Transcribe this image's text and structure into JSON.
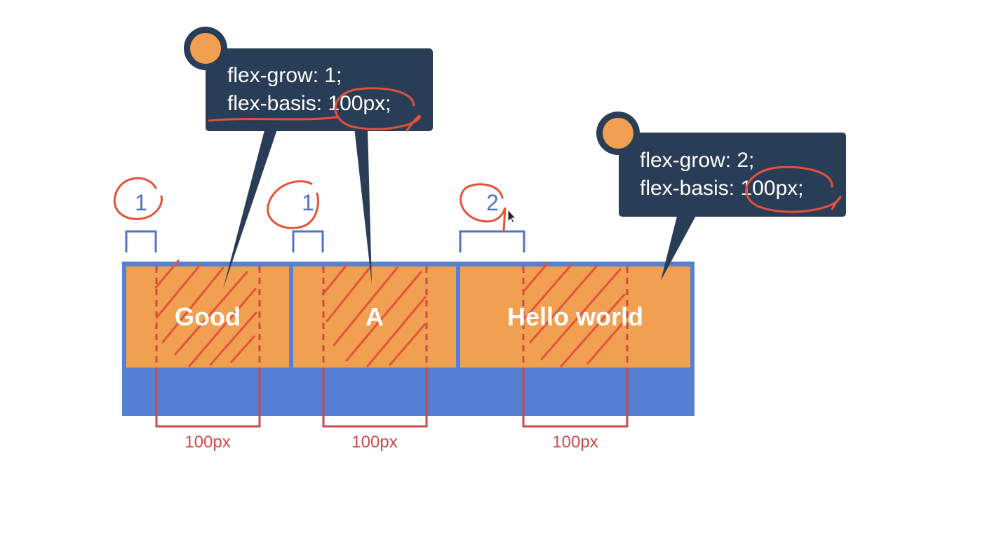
{
  "diagram": {
    "colors": {
      "container": "#5580d4",
      "item": "#f0a050",
      "tooltip": "#293d57",
      "tooltip_text": "#ffffff",
      "annotation": "#e5523a",
      "basis_measure": "#cc4a4a",
      "grow_label": "#4f74c5"
    },
    "items": [
      {
        "label": "Good",
        "grow_value": "1",
        "basis_label": "100px"
      },
      {
        "label": "A",
        "grow_value": "1",
        "basis_label": "100px"
      },
      {
        "label": "Hello world",
        "grow_value": "2",
        "basis_label": "100px"
      }
    ],
    "tooltips": [
      {
        "line1": "flex-grow: 1;",
        "line2_prefix": "flex-basis: ",
        "line2_value": "100px;"
      },
      {
        "line1": "flex-grow: 2;",
        "line2_prefix": "flex-basis: ",
        "line2_value": "100px;"
      }
    ]
  }
}
